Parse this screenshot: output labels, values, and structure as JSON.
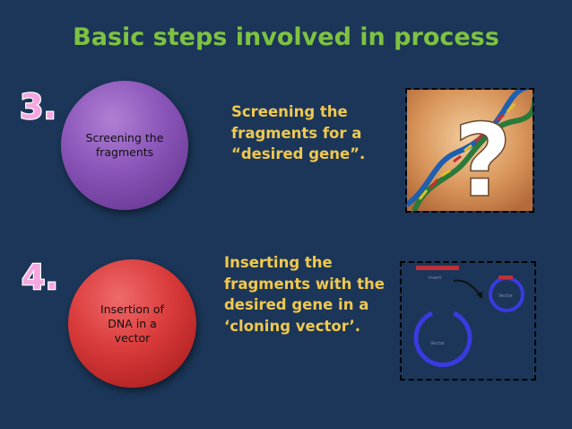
{
  "slide": {
    "title": "Basic steps involved in process",
    "steps": [
      {
        "number": "3.",
        "circle_label": "Screening the fragments",
        "description": "Screening the\nfragments for a\n“desired gene”.",
        "image": "dna-question-mark-image"
      },
      {
        "number": "4.",
        "circle_label": "Insertion of DNA in a vector",
        "description": "Inserting the\nfragments with the\ndesired gene in a\n‘cloning vector’.",
        "image": "cloning-vector-diagram",
        "diagram_labels": [
          "Insert",
          "Vector",
          "Vector"
        ]
      }
    ]
  },
  "colors": {
    "background": "#1b3658",
    "title": "#7ec242",
    "description": "#f0c850",
    "number_fill": "#f6a7e0",
    "step3_circle": "#8a55b8",
    "step4_circle": "#d93a3a",
    "vector_ring": "#3a3ae0",
    "insert_bar": "#c0303a"
  }
}
